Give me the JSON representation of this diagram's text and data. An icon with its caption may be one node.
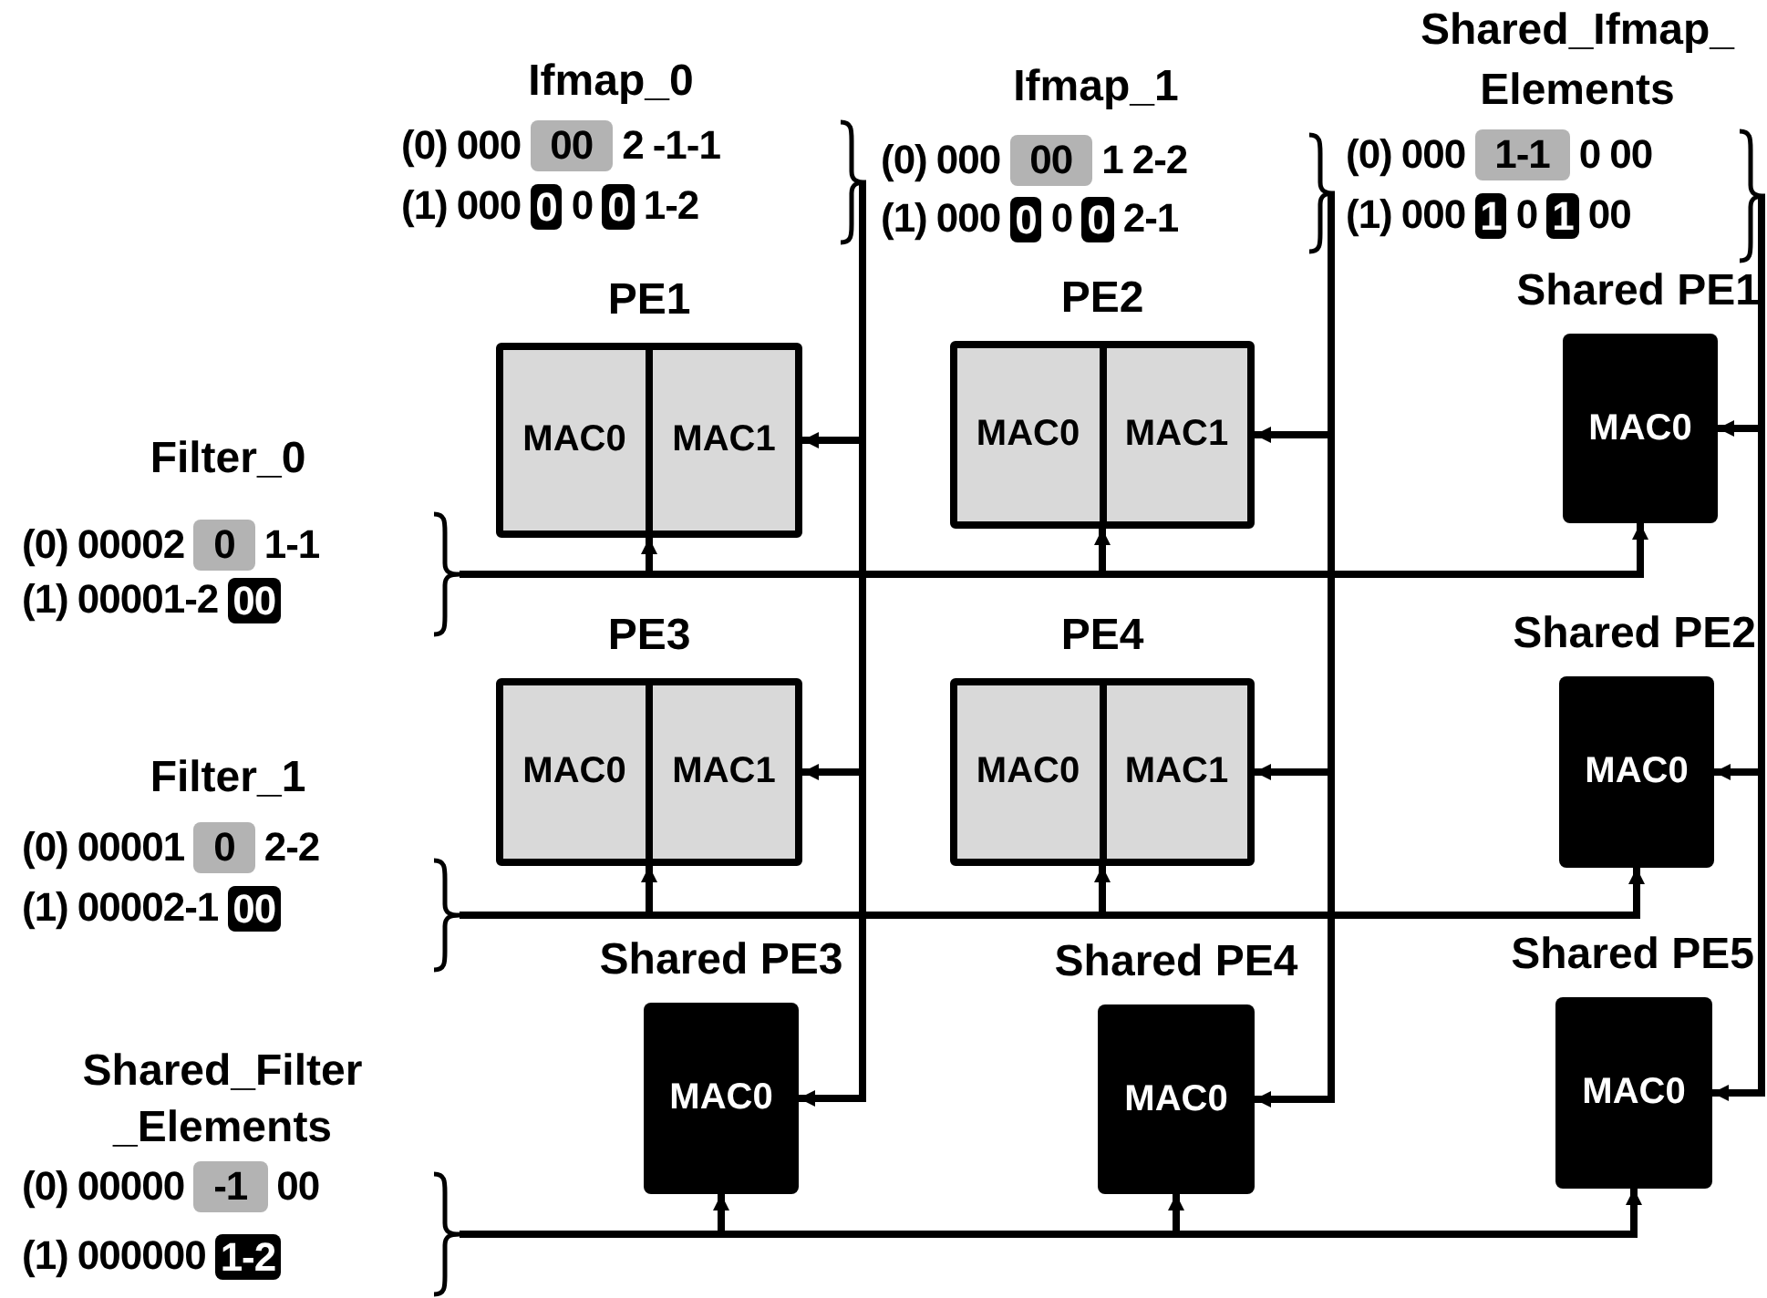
{
  "diagram": {
    "nodes": [
      {
        "text": [
          "Ifmap_0"
        ]
      },
      {
        "text": [
          "(0)",
          "000",
          "00",
          "2",
          "-1-1"
        ],
        "in": 0
      },
      {
        "text": [
          "(1)",
          "000",
          "0",
          "0",
          "0",
          "1-2"
        ],
        "in": 0
      },
      {
        "text": [
          "Ifmap_1"
        ]
      },
      {
        "text": [
          "(0)",
          "000",
          "00",
          "1",
          "2-2"
        ],
        "in": 3
      },
      {
        "text": [
          "(1)",
          "000",
          "0",
          "0",
          "0",
          "2-1"
        ],
        "in": 3
      },
      {
        "text": [
          "Shared_Ifmap_ Elements"
        ]
      },
      {
        "text": [
          "(0)",
          "000",
          "1-1",
          "0",
          "00"
        ],
        "in": 6
      },
      {
        "text": [
          "(1)",
          "000",
          "1",
          "0",
          "1",
          "00"
        ],
        "in": 6
      },
      {
        "text": [
          "PE1"
        ]
      },
      {
        "text": [
          "MAC0"
        ],
        "in": 9
      },
      {
        "text": [
          "MAC1"
        ],
        "in": 9
      },
      {
        "text": [
          "PE2"
        ]
      },
      {
        "text": [
          "MAC0"
        ],
        "in": 12
      },
      {
        "text": [
          "MAC1"
        ],
        "in": 12
      },
      {
        "text": [
          "Shared PE1",
          "MAC0"
        ]
      },
      {
        "text": [
          "Filter_0"
        ]
      },
      {
        "text": [
          "(0)",
          "00002",
          "0",
          "1-1"
        ],
        "in": 16
      },
      {
        "text": [
          "(1)",
          "00001-2",
          "00"
        ],
        "in": 16
      },
      {
        "text": [
          "PE3"
        ]
      },
      {
        "text": [
          "MAC0"
        ],
        "in": 19
      },
      {
        "text": [
          "MAC1"
        ],
        "in": 19
      },
      {
        "text": [
          "PE4"
        ]
      },
      {
        "text": [
          "MAC0"
        ],
        "in": 22
      },
      {
        "text": [
          "MAC1"
        ],
        "in": 22
      },
      {
        "text": [
          "Shared PE2",
          "MAC0"
        ]
      },
      {
        "text": [
          "Filter_1"
        ]
      },
      {
        "text": [
          "(0)",
          "00001",
          "0",
          "2-2"
        ],
        "in": 26
      },
      {
        "text": [
          "(1)",
          "00002-1",
          "00"
        ],
        "in": 26
      },
      {
        "text": [
          "Shared PE3",
          "MAC0"
        ]
      },
      {
        "text": [
          "Shared PE4",
          "MAC0"
        ]
      },
      {
        "text": [
          "Shared PE5",
          "MAC0"
        ]
      },
      {
        "text": [
          "Shared_Filter _Elements"
        ]
      },
      {
        "text": [
          "(0)",
          "00000",
          "-1",
          "00"
        ],
        "in": 32
      },
      {
        "text": [
          "(1)",
          "000000",
          "1-2"
        ],
        "in": 32
      }
    ],
    "edges": [
      {
        "from": 0,
        "to": 9,
        "arrow": "to"
      },
      {
        "from": 0,
        "to": 19,
        "arrow": "to"
      },
      {
        "from": 0,
        "to": 29,
        "arrow": "to"
      },
      {
        "from": 3,
        "to": 12,
        "arrow": "to"
      },
      {
        "from": 3,
        "to": 22,
        "arrow": "to"
      },
      {
        "from": 3,
        "to": 30,
        "arrow": "to"
      },
      {
        "from": 6,
        "to": 15,
        "arrow": "to"
      },
      {
        "from": 6,
        "to": 25,
        "arrow": "to"
      },
      {
        "from": 6,
        "to": 31,
        "arrow": "to"
      },
      {
        "from": 16,
        "to": 9,
        "arrow": "to"
      },
      {
        "from": 16,
        "to": 12,
        "arrow": "to"
      },
      {
        "from": 16,
        "to": 15,
        "arrow": "to"
      },
      {
        "from": 26,
        "to": 19,
        "arrow": "to"
      },
      {
        "from": 26,
        "to": 22,
        "arrow": "to"
      },
      {
        "from": 26,
        "to": 25,
        "arrow": "to"
      },
      {
        "from": 32,
        "to": 29,
        "arrow": "to"
      },
      {
        "from": 32,
        "to": 30,
        "arrow": "to"
      },
      {
        "from": 32,
        "to": 31,
        "arrow": "to"
      }
    ]
  }
}
